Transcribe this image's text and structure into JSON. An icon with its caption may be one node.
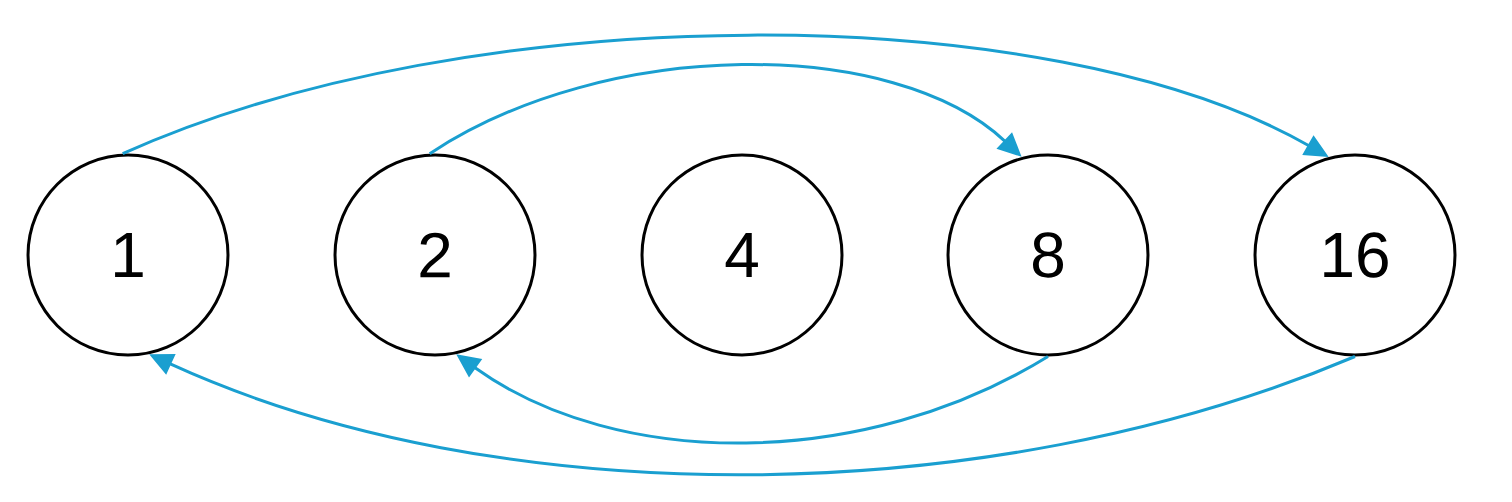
{
  "diagram": {
    "nodes": [
      {
        "text": [
          "1"
        ]
      },
      {
        "text": [
          "2"
        ]
      },
      {
        "text": [
          "4"
        ]
      },
      {
        "text": [
          "8"
        ]
      },
      {
        "text": [
          "16"
        ]
      }
    ],
    "edges": [
      {
        "from": 0,
        "to": 4,
        "arrow": "to"
      },
      {
        "from": 1,
        "to": 3,
        "arrow": "to"
      },
      {
        "from": 3,
        "to": 1,
        "arrow": "to"
      },
      {
        "from": 4,
        "to": 0,
        "arrow": "to"
      }
    ]
  }
}
